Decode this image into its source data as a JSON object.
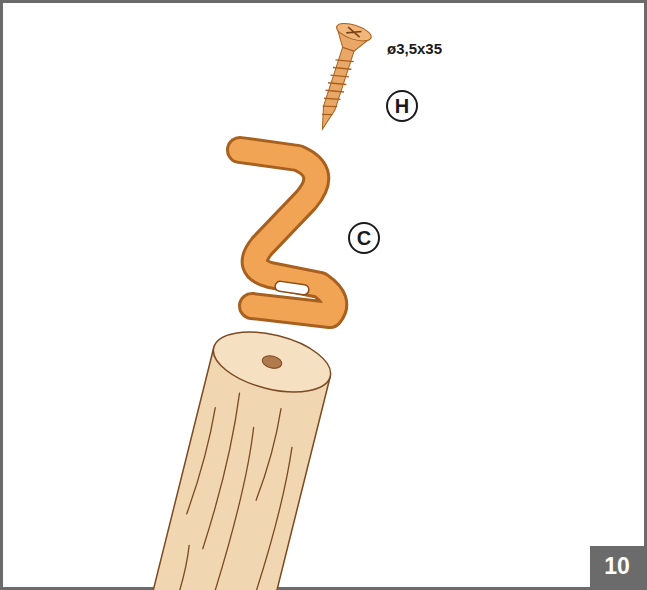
{
  "diagram": {
    "labels": [
      "ø3,5x35",
      "H",
      "C",
      "10"
    ]
  }
}
